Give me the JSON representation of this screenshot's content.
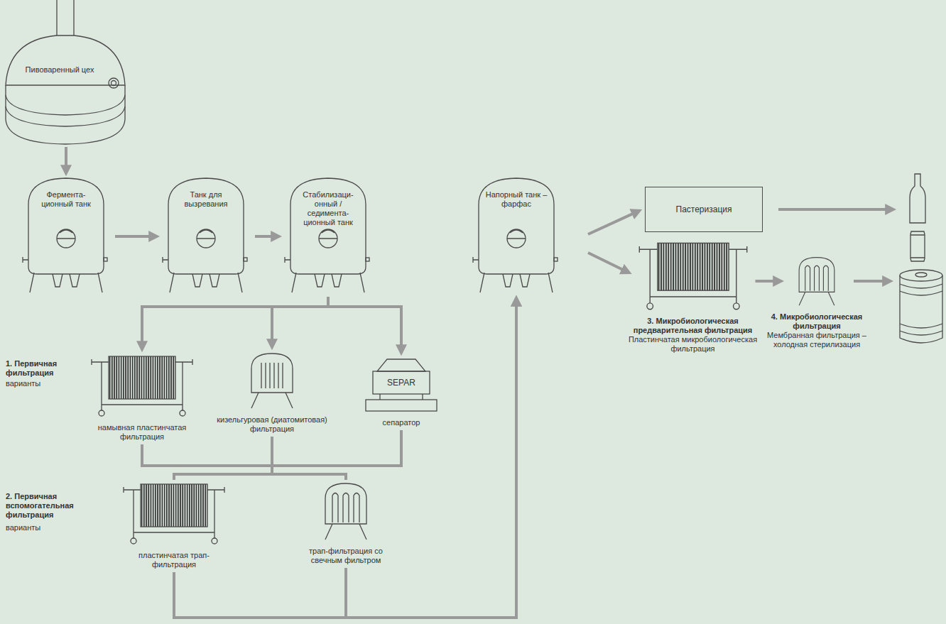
{
  "diagram": {
    "nodes": [
      {
        "text": [
          "Пивоваренный цех"
        ]
      },
      {
        "text": [
          "Фермента- ционный танк"
        ]
      },
      {
        "text": [
          "Танк для вызревания"
        ]
      },
      {
        "text": [
          "Стабилизаци- онный / седимента- ционный танк"
        ]
      },
      {
        "text": [
          "Напорный танк – фарфас"
        ]
      },
      {
        "text": [
          "Пастеризация"
        ]
      },
      {
        "text": [
          "намывная пластинчатая фильтрация"
        ]
      },
      {
        "text": [
          "кизельгуровая (диатомитовая) фильтрация"
        ]
      },
      {
        "text": [
          "SEPAR",
          "сепаратор"
        ]
      },
      {
        "text": [
          "пластинчатая трап-фильтрация"
        ]
      },
      {
        "text": [
          "трап-фильтрация со свечным фильтром"
        ]
      },
      {
        "text": [
          "3. Микробиологическая предварительная фильтрация",
          "Пластинчатая микробиологическая фильтрация"
        ]
      },
      {
        "text": [
          "4. Микробиологическая фильтрация",
          "Мембранная фильтрация – холодная стерилизация"
        ]
      }
    ],
    "edges": [
      {
        "from": 0,
        "to": 1,
        "arrow": "to"
      },
      {
        "from": 1,
        "to": 2,
        "arrow": "to"
      },
      {
        "from": 2,
        "to": 3,
        "arrow": "to"
      },
      {
        "from": 3,
        "to": 6,
        "arrow": "to"
      },
      {
        "from": 3,
        "to": 7,
        "arrow": "to"
      },
      {
        "from": 3,
        "to": 8,
        "arrow": "to"
      },
      {
        "from": 6,
        "to": 9,
        "arrow": "none"
      },
      {
        "from": 6,
        "to": 10,
        "arrow": "none"
      },
      {
        "from": 7,
        "to": 9,
        "arrow": "none"
      },
      {
        "from": 7,
        "to": 10,
        "arrow": "none"
      },
      {
        "from": 8,
        "to": 9,
        "arrow": "none"
      },
      {
        "from": 8,
        "to": 10,
        "arrow": "none"
      },
      {
        "from": 9,
        "to": 4,
        "arrow": "to"
      },
      {
        "from": 10,
        "to": 4,
        "arrow": "to"
      },
      {
        "from": 4,
        "to": 5,
        "arrow": "to"
      },
      {
        "from": 4,
        "to": 11,
        "arrow": "to"
      },
      {
        "from": 11,
        "to": 12,
        "arrow": "to"
      }
    ],
    "labels": [
      "1. Первичная фильтрация",
      "варианты",
      "2. Первичная вспомогательная фильтрация",
      "варианты"
    ]
  }
}
